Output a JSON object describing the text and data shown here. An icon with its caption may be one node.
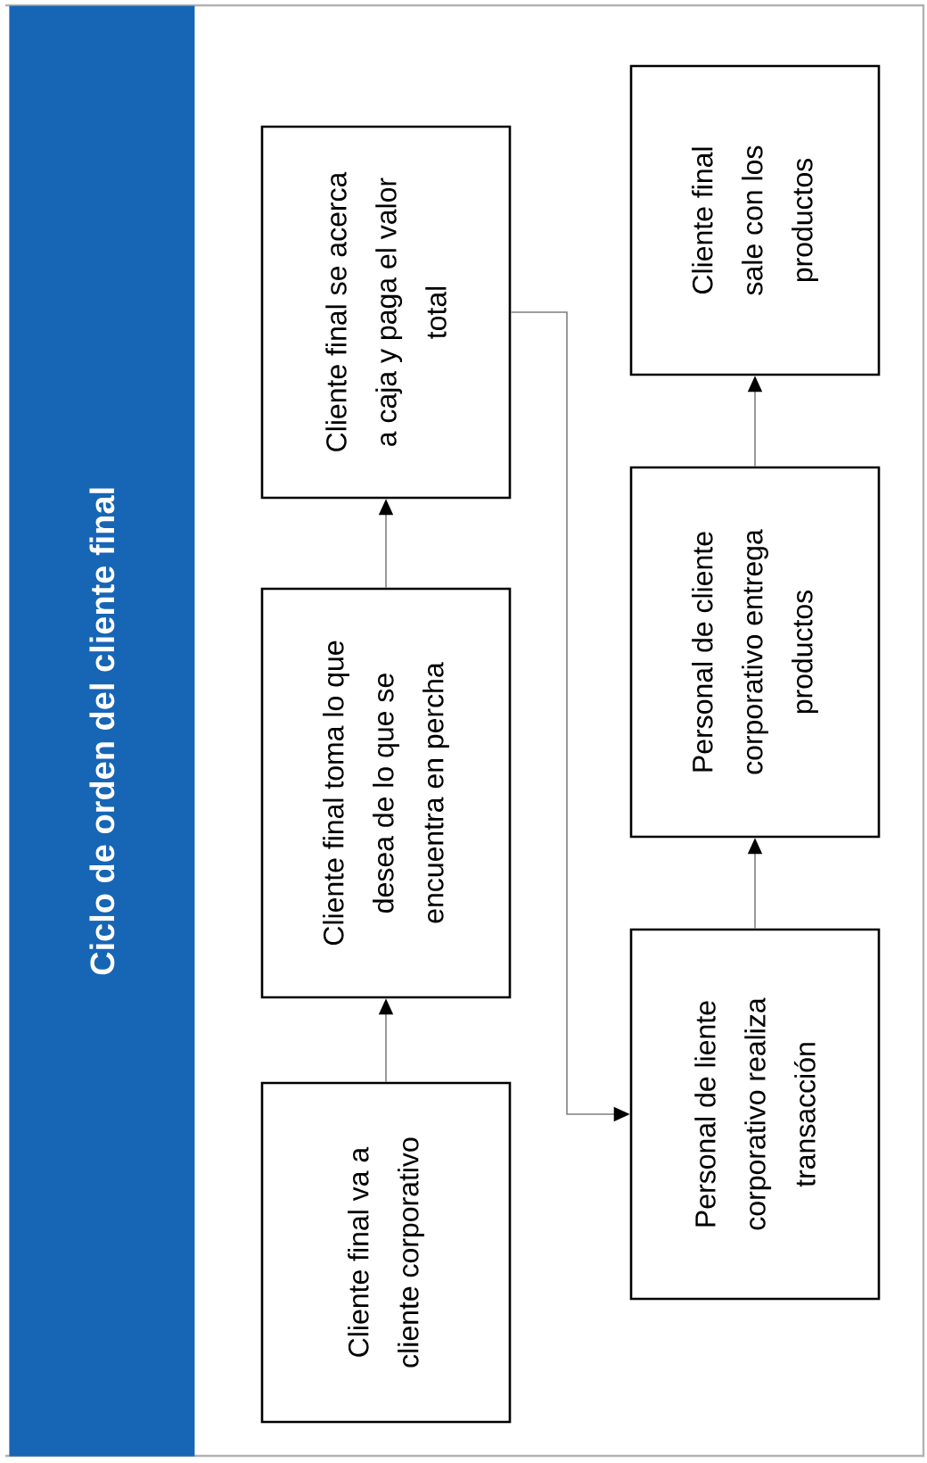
{
  "diagram": {
    "title": "Ciclo de orden del cliente final",
    "nodes": [
      {
        "text": [
          "Cliente final va a cliente corporativo"
        ]
      },
      {
        "text": [
          "Cliente final toma lo que desea de lo que se encuentra en percha"
        ]
      },
      {
        "text": [
          "Cliente final se acerca a caja y paga el valor total"
        ]
      },
      {
        "text": [
          "Personal de liente corporativo realiza transacción"
        ]
      },
      {
        "text": [
          "Personal de cliente corporativo entrega productos"
        ]
      },
      {
        "text": [
          "Cliente final sale con los productos"
        ]
      }
    ],
    "edges": [
      {
        "from": 0,
        "to": 1,
        "arrow": "to"
      },
      {
        "from": 1,
        "to": 2,
        "arrow": "to"
      },
      {
        "from": 2,
        "to": 3,
        "arrow": "to"
      },
      {
        "from": 3,
        "to": 4,
        "arrow": "to"
      },
      {
        "from": 4,
        "to": 5,
        "arrow": "to"
      }
    ]
  }
}
